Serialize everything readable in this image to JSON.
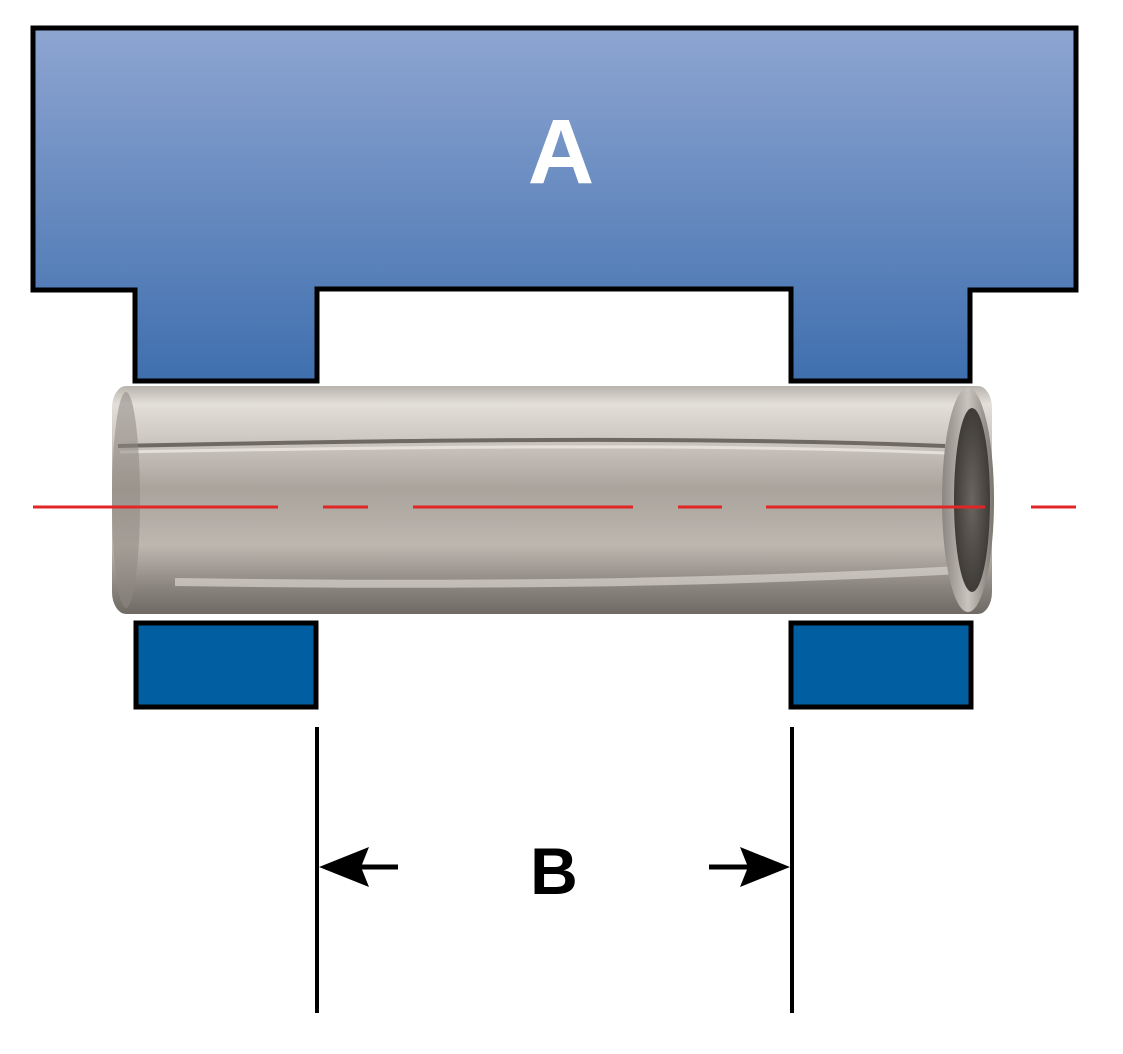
{
  "labels": {
    "fixture": "A",
    "gap": "B"
  },
  "colors": {
    "fixture_top": "#8ea5d1",
    "fixture_bottom": "#3f6fae",
    "lower_block": "#005ea1",
    "outline": "#000000",
    "centerline": "#e02626",
    "pin_light": "#d9d5cf",
    "pin_mid": "#b3ada6",
    "pin_dark": "#7c7770",
    "label_on_fixture": "#ffffff",
    "label_dimension": "#000000"
  },
  "parts": {
    "fixture": "fixture-a",
    "pin": "spring-pin",
    "lower_blocks": "support-blocks",
    "centerline": "center-axis",
    "dimension": "dimension-b"
  }
}
